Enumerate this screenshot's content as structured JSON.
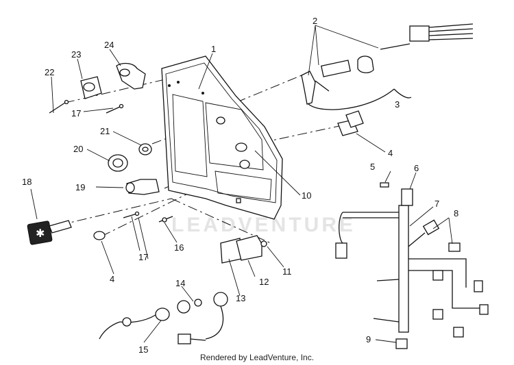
{
  "watermark": "LEADVENTURE",
  "footer": "Rendered by LeadVenture, Inc.",
  "callouts": {
    "c1": "1",
    "c2": "2",
    "c3": "3",
    "c4a": "4",
    "c4b": "4",
    "c5": "5",
    "c6": "6",
    "c7": "7",
    "c8": "8",
    "c9": "9",
    "c10": "10",
    "c11": "11",
    "c12": "12",
    "c13": "13",
    "c14": "14",
    "c15": "15",
    "c16": "16",
    "c17a": "17",
    "c17b": "17",
    "c18": "18",
    "c19": "19",
    "c20": "20",
    "c21": "21",
    "c22": "22",
    "c23": "23",
    "c24": "24"
  }
}
